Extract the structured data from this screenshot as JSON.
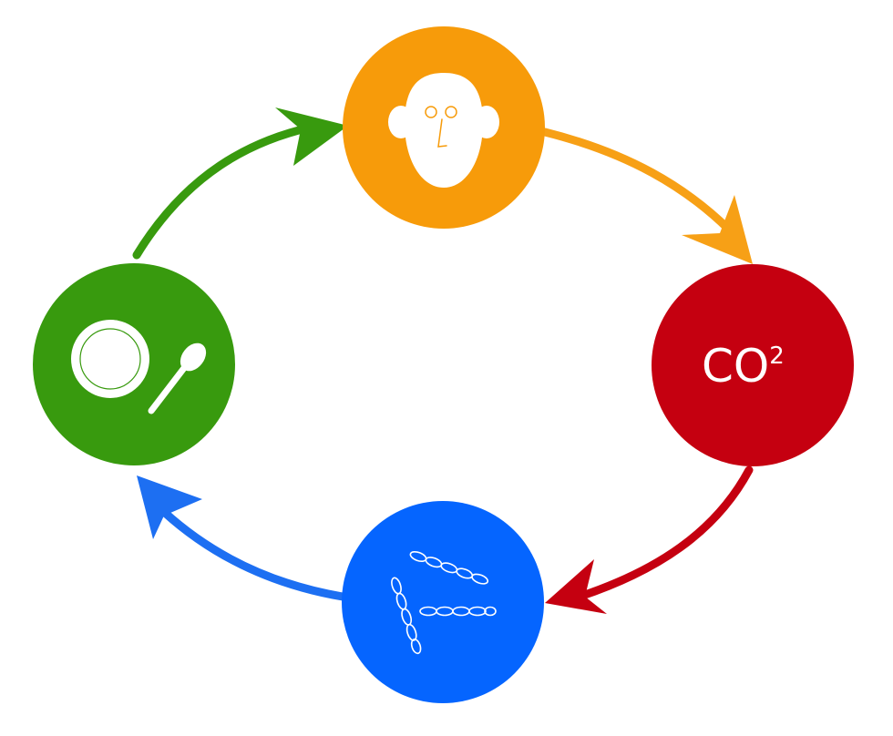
{
  "diagram": {
    "type": "cycle",
    "nodes": [
      {
        "id": "human",
        "icon": "face-icon",
        "color": "#F79B0A"
      },
      {
        "id": "co2",
        "label_main": "CO",
        "label_sup": "2",
        "color": "#C50010"
      },
      {
        "id": "bacteria",
        "icon": "bacteria-chains-icon",
        "color": "#0565FF"
      },
      {
        "id": "food",
        "icon": "plate-and-spoon-icon",
        "color": "#389A0E"
      }
    ],
    "edges": [
      {
        "from": "human",
        "to": "co2",
        "color": "#F7A016"
      },
      {
        "from": "co2",
        "to": "bacteria",
        "color": "#C50010"
      },
      {
        "from": "bacteria",
        "to": "food",
        "color": "#1D6FF2"
      },
      {
        "from": "food",
        "to": "human",
        "color": "#389A0E"
      }
    ]
  }
}
